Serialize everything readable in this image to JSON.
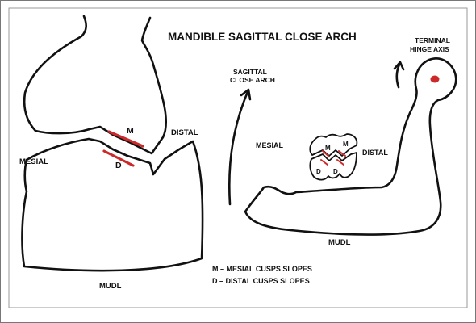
{
  "title": "MANDIBLE SAGITTAL CLOSE ARCH",
  "colors": {
    "ink": "#111111",
    "accent_red": "#cc2a2a",
    "frame": "#777777",
    "background": "#ffffff"
  },
  "left_figure": {
    "tooth_slope_labels": [
      "M",
      "D"
    ],
    "mesial": "MESIAL",
    "distal": "DISTAL",
    "mudl": "MUDL"
  },
  "middle": {
    "sagittal_line1": "SAGITTAL",
    "sagittal_line2": "CLOSE ARCH",
    "mesial": "MESIAL",
    "distal": "DISTAL",
    "teeth_labels": [
      "M",
      "M",
      "D",
      "D"
    ]
  },
  "right_figure": {
    "terminal_line1": "TERMINAL",
    "terminal_line2": "HINGE AXIS",
    "mudl": "MUDL"
  },
  "legend": {
    "line1": "M – MESIAL CUSPS SLOPES",
    "line2": "D – DISTAL CUSPS SLOPES"
  }
}
